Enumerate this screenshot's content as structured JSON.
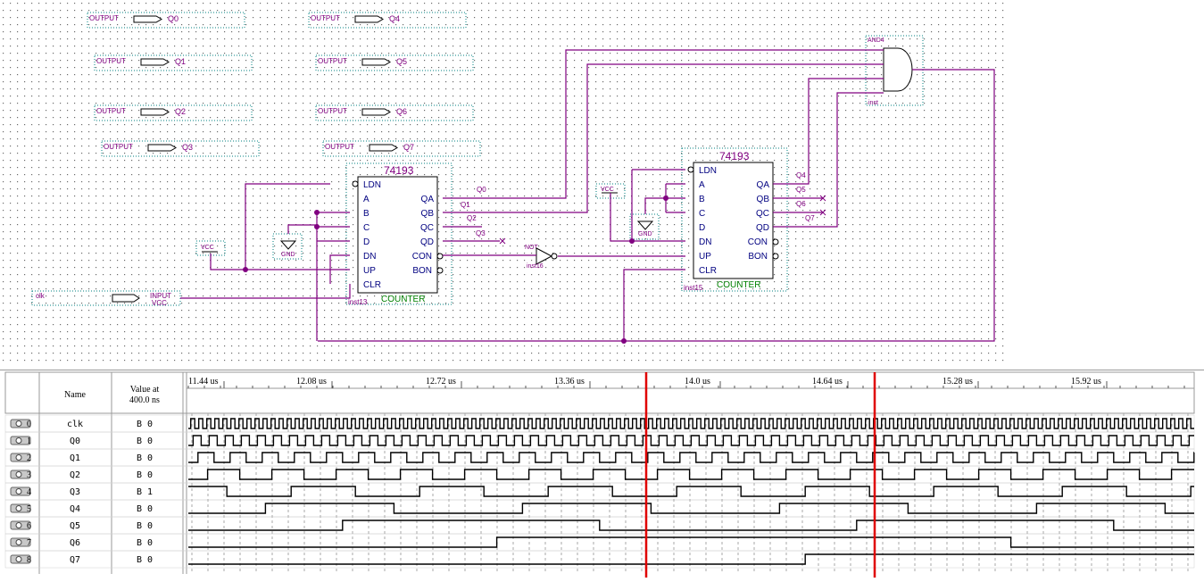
{
  "schematic": {
    "outputs": [
      {
        "type": "OUTPUT",
        "name": "Q0"
      },
      {
        "type": "OUTPUT",
        "name": "Q1"
      },
      {
        "type": "OUTPUT",
        "name": "Q2"
      },
      {
        "type": "OUTPUT",
        "name": "Q3"
      },
      {
        "type": "OUTPUT",
        "name": "Q4"
      },
      {
        "type": "OUTPUT",
        "name": "Q5"
      },
      {
        "type": "OUTPUT",
        "name": "Q6"
      },
      {
        "type": "OUTPUT",
        "name": "Q7"
      }
    ],
    "counter1": {
      "part": "74193",
      "function": "COUNTER",
      "instance": "inst13",
      "pins_left": [
        "LDN",
        "A",
        "B",
        "C",
        "D",
        "DN",
        "UP",
        "CLR"
      ],
      "pins_right": [
        "QA",
        "QB",
        "QC",
        "QD",
        "CON",
        "BON"
      ],
      "net_labels": [
        "Q0",
        "Q1",
        "Q2",
        "Q3"
      ]
    },
    "counter2": {
      "part": "74193",
      "function": "COUNTER",
      "instance": "inst15",
      "pins_left": [
        "LDN",
        "A",
        "B",
        "C",
        "D",
        "DN",
        "UP",
        "CLR"
      ],
      "pins_right": [
        "QA",
        "QB",
        "QC",
        "QD",
        "CON",
        "BON"
      ],
      "net_labels": [
        "Q4",
        "Q5",
        "Q6",
        "Q7"
      ]
    },
    "and_gate": {
      "type": "AND4",
      "instance": "inst"
    },
    "not_gate": {
      "type": "NOT",
      "instance": "inst16"
    },
    "vcc_label": "VCC",
    "gnd_label": "GND",
    "clk_input": {
      "name": "clk",
      "type": "INPUT",
      "default": "VCC"
    }
  },
  "waveform": {
    "header": {
      "name_col": "Name",
      "value_col_line1": "Value at",
      "value_col_line2": "400.0 ns"
    },
    "time_labels": [
      "11.44 us",
      "12.08 us",
      "12.72 us",
      "13.36 us",
      "14.0 us",
      "14.64 us",
      "15.28 us",
      "15.92 us"
    ],
    "signals": [
      {
        "index": "0",
        "name": "clk",
        "value": "B 0",
        "kind": "input"
      },
      {
        "index": "1",
        "name": "Q0",
        "value": "B 0",
        "kind": "output"
      },
      {
        "index": "2",
        "name": "Q1",
        "value": "B 0",
        "kind": "output"
      },
      {
        "index": "3",
        "name": "Q2",
        "value": "B 0",
        "kind": "output"
      },
      {
        "index": "4",
        "name": "Q3",
        "value": "B 1",
        "kind": "output"
      },
      {
        "index": "5",
        "name": "Q4",
        "value": "B 0",
        "kind": "output"
      },
      {
        "index": "6",
        "name": "Q5",
        "value": "B 0",
        "kind": "output"
      },
      {
        "index": "7",
        "name": "Q6",
        "value": "B 0",
        "kind": "output"
      },
      {
        "index": "8",
        "name": "Q7",
        "value": "B 0",
        "kind": "output"
      }
    ]
  },
  "colors": {
    "wire": "#800080",
    "cursor": "#e00000",
    "grid": "#7a7a7a",
    "bus": "#008080",
    "pin_text": "#000080"
  },
  "icons": {
    "input_pin": "input-pin-icon",
    "output_pin": "output-pin-icon"
  }
}
